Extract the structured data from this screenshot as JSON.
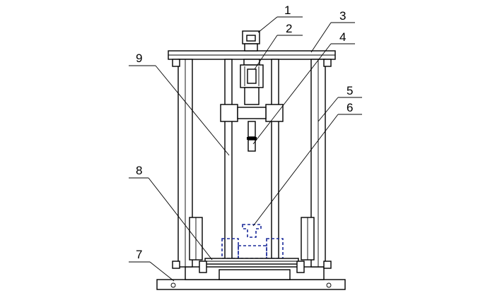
{
  "callouts": [
    "1",
    "2",
    "3",
    "4",
    "5",
    "6",
    "7",
    "8",
    "9"
  ],
  "colors": {
    "line": "#000000",
    "hidden_part": "#1a2a9a",
    "background": "#ffffff"
  }
}
